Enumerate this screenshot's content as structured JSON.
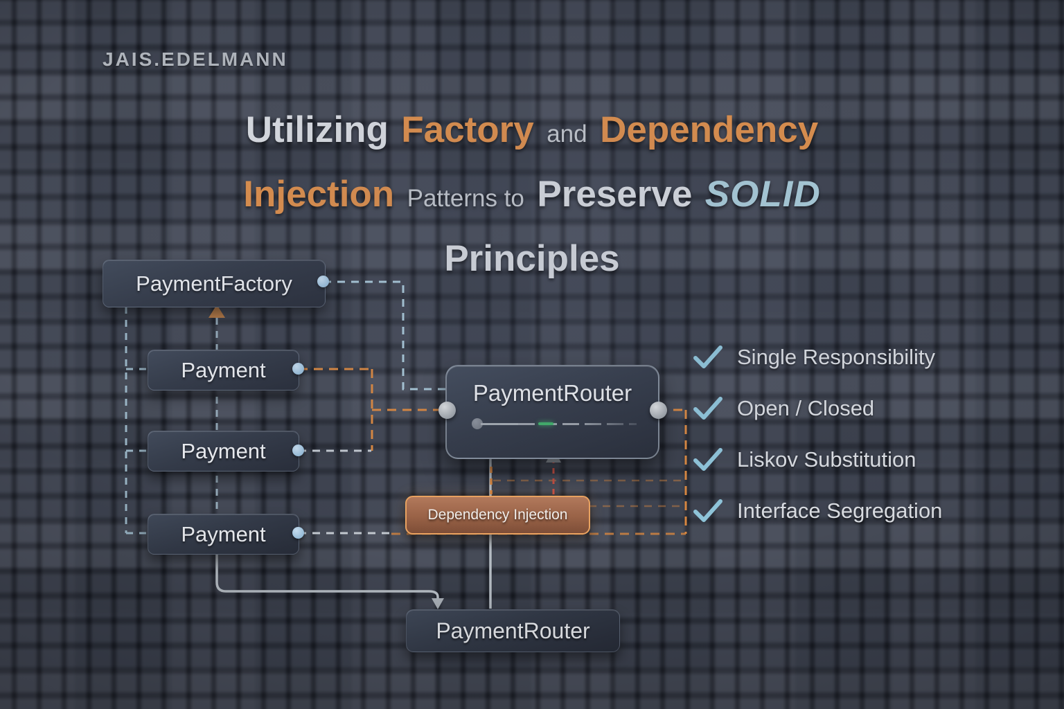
{
  "brand": "JAIS.EDELMANN",
  "title": {
    "line1": [
      "Utilizing",
      "Factory",
      "and",
      "Dependency"
    ],
    "line2": [
      "Injection",
      "Patterns to",
      "Preserve",
      "SOLID"
    ],
    "line3": [
      "Principles"
    ]
  },
  "nodes": {
    "factory": "PaymentFactory",
    "payment_a": "Payment",
    "payment_b": "Payment",
    "payment_c": "Payment",
    "router_main": "PaymentRouter",
    "dependency_injection": "Dependency Injection",
    "router_instance": "PaymentRouter"
  },
  "principles": [
    "Single Responsibility",
    "Open / Closed",
    "Liskov Substitution",
    "Interface Segregation"
  ],
  "colors": {
    "background": "#262a34",
    "accent_orange": "#dd8e4a",
    "accent_blue": "#a9ccd9",
    "line_blue": "#a9c8d8",
    "line_grey": "#c2c8cf",
    "line_orange": "#d9873f",
    "line_red": "#cc4f42",
    "check_blue": "#8fc5da",
    "arrow_brown": "#c08048"
  }
}
